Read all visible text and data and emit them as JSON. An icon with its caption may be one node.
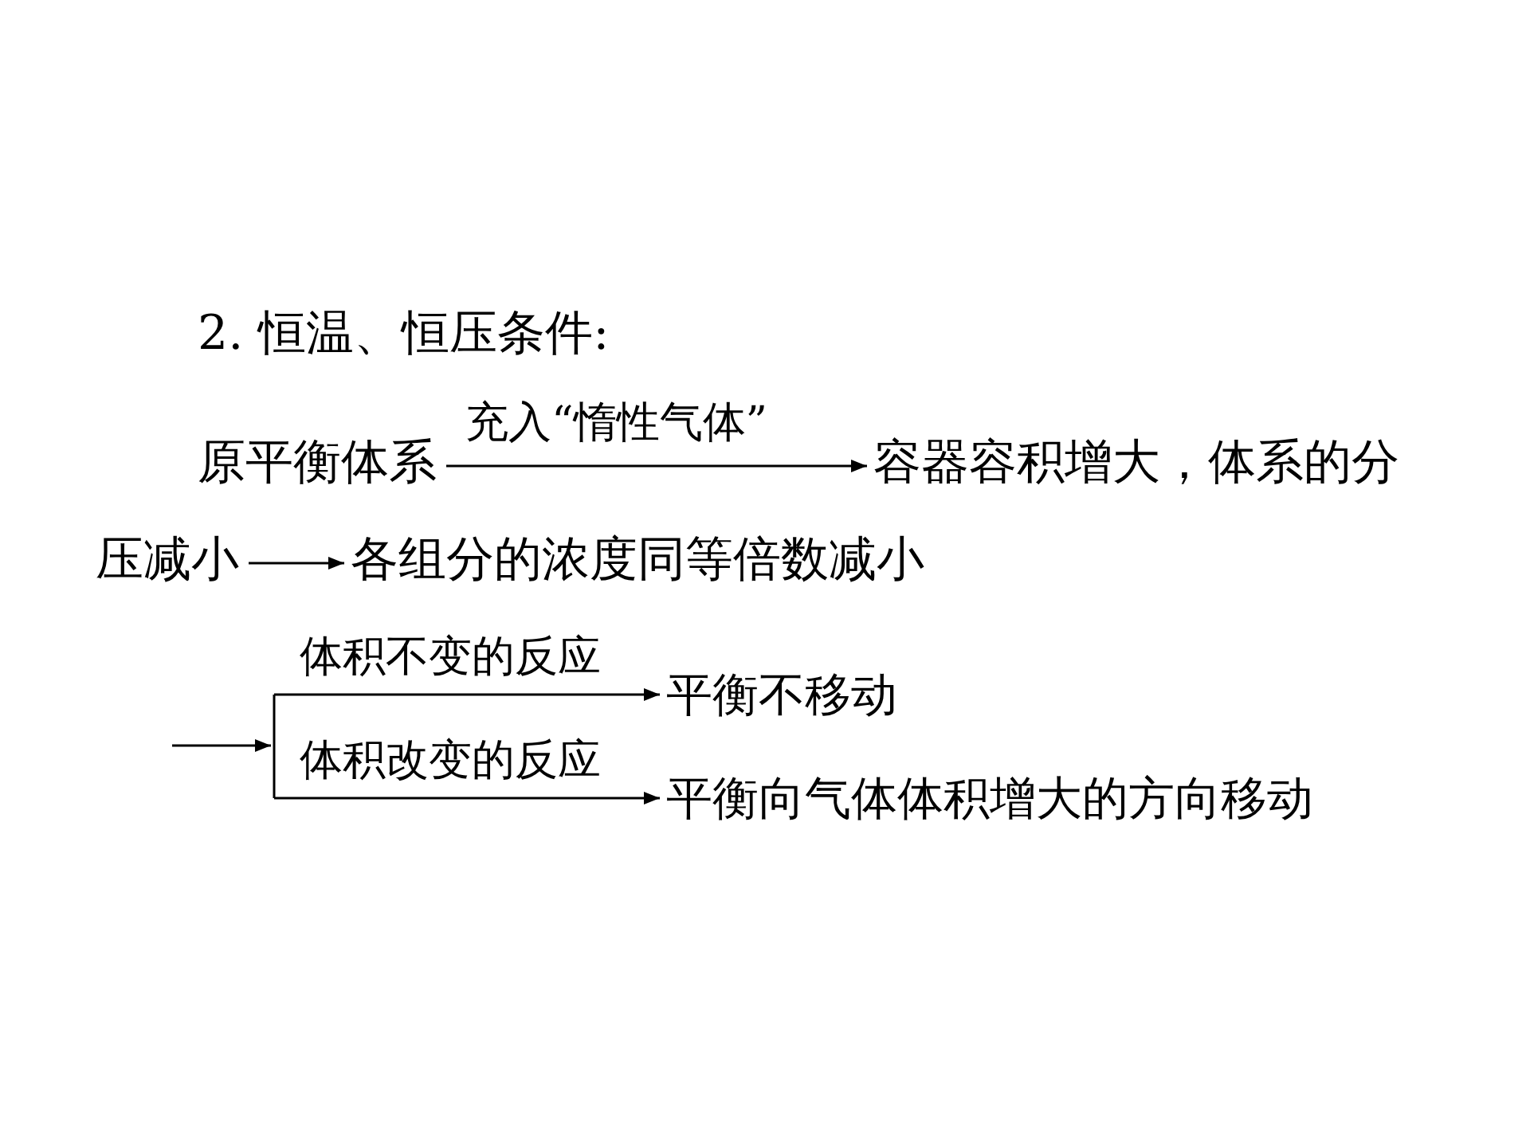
{
  "diagram": {
    "title": "2. 恒温、恒压条件:",
    "nodes": [
      {
        "text": [
          "原平衡体系"
        ]
      },
      {
        "text": [
          "容器容积增大，体系的分压减小"
        ]
      },
      {
        "text": [
          "各组分的浓度同等倍数减小"
        ]
      },
      {
        "text": [
          "平衡不移动"
        ]
      },
      {
        "text": [
          "平衡向气体体积增大的方向移动"
        ]
      }
    ],
    "edges": [
      {
        "from": 0,
        "to": 1,
        "arrow": "to",
        "label": "充入“惰性气体”"
      },
      {
        "from": 1,
        "to": 2,
        "arrow": "to"
      },
      {
        "from": null,
        "to": 3,
        "arrow": "to",
        "label": "体积不变的反应"
      },
      {
        "from": null,
        "to": 4,
        "arrow": "to",
        "label": "体积改变的反应"
      }
    ]
  }
}
